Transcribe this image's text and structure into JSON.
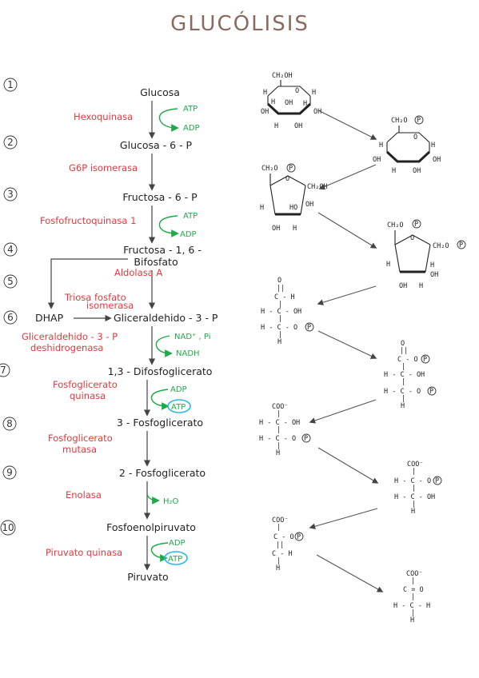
{
  "title": "GLUCÓLISIS",
  "steps": [
    {
      "n": "1",
      "metabolite": "Glucosa"
    },
    {
      "n": "2",
      "metabolite": "Glucosa - 6 - P"
    },
    {
      "n": "3",
      "metabolite": "Fructosa - 6 - P"
    },
    {
      "n": "4",
      "metabolite": "Fructosa - 1, 6 -",
      "metabolite2": "Bifosfato"
    },
    {
      "n": "5"
    },
    {
      "n": "6",
      "metabolite": "Gliceraldehido - 3 - P",
      "left_metabolite": "DHAP"
    },
    {
      "n": "7",
      "metabolite": "1,3 - Difosfoglicerato"
    },
    {
      "n": "8",
      "metabolite": "3 - Fosfoglicerato"
    },
    {
      "n": "9",
      "metabolite": "2 - Fosfoglicerato"
    },
    {
      "n": "10",
      "metabolite": "Fosfoenolpiruvato"
    },
    {
      "metabolite": "Piruvato"
    }
  ],
  "enzymes": {
    "hexoquinasa": "Hexoquinasa",
    "g6p": "G6P isomerasa",
    "pfk": "Fosfofructoquinasa 1",
    "aldolasa": "Aldolasa A",
    "triosa": [
      "Triosa fosfato",
      "isomerasa"
    ],
    "gapdh": [
      "Gliceraldehido - 3 - P",
      "deshidrogenasa"
    ],
    "pgk": [
      "Fosfoglicerato",
      "quinasa"
    ],
    "pgm": [
      "Fosfoglicerato",
      "mutasa"
    ],
    "enolasa": "Enolasa",
    "pk": "Piruvato quinasa"
  },
  "cofactors": {
    "s1": [
      "ATP",
      "ADP"
    ],
    "s3": [
      "ATP",
      "ADP"
    ],
    "s6": [
      "NAD⁺ , Pi",
      "NADH"
    ],
    "s7": [
      "ADP",
      "ATP"
    ],
    "s9": [
      "H₂O"
    ],
    "s10": [
      "ADP",
      "ATP"
    ]
  },
  "chem": {
    "ch2oh": "CH₂OH",
    "ch2o": "CH₂O",
    "oh": "OH",
    "h": "H",
    "o": "O",
    "p": "P",
    "ho": "HO",
    "c_h": "C - H",
    "h_c_oh": "H - C - OH",
    "h_c_o": "H - C - O",
    "coo": "COO⁻",
    "c_o": "C - O",
    "c_eq_o": "C = O",
    "c_ch": "C - H",
    "h_c_h": "H - C - H",
    "eq": "=",
    "ii": "||",
    "i": "|"
  }
}
